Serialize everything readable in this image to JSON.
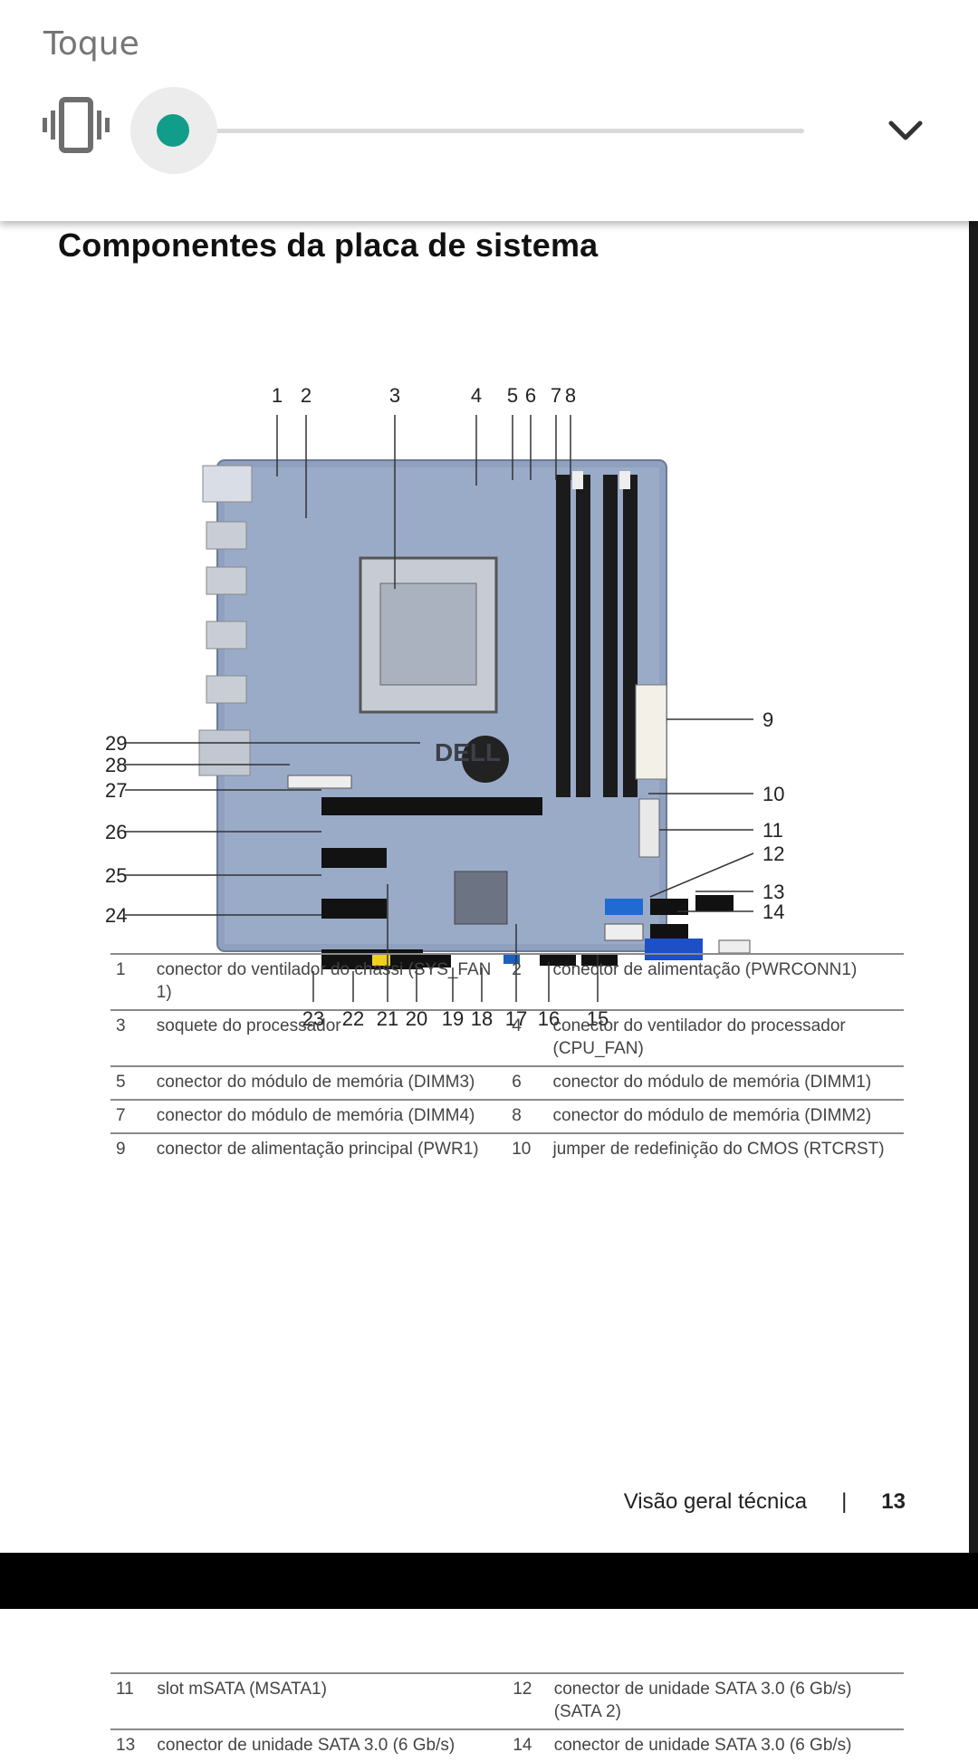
{
  "volume_panel": {
    "title": "Toque",
    "level": 0.0,
    "icons": {
      "mode": "vibrate-icon",
      "expand": "chevron-down-icon"
    },
    "accent_color": "#129c8a"
  },
  "document": {
    "heading": "Componentes da placa de sistema",
    "diagram_brand": "DELL",
    "callouts": {
      "top": [
        "1",
        "2",
        "3",
        "4",
        "5",
        "6",
        "7",
        "8"
      ],
      "right": [
        "9",
        "10",
        "11",
        "12",
        "13",
        "14"
      ],
      "bottom": [
        "23",
        "22",
        "21",
        "20",
        "19",
        "18",
        "17",
        "16",
        "15"
      ],
      "left": [
        "29",
        "28",
        "27",
        "26",
        "25",
        "24"
      ]
    },
    "table_rows": [
      {
        "n1": "1",
        "d1": "conector do ventilador do chassi (SYS_FAN 1)",
        "n2": "2",
        "d2": "conector de alimentação (PWRCONN1)"
      },
      {
        "n1": "3",
        "d1": "soquete do processador",
        "n2": "4",
        "d2": "conector do ventilador do processador (CPU_FAN)"
      },
      {
        "n1": "5",
        "d1": "conector do módulo de memória (DIMM3)",
        "n2": "6",
        "d2": "conector do módulo de memória (DIMM1)"
      },
      {
        "n1": "7",
        "d1": "conector do módulo de memória (DIMM4)",
        "n2": "8",
        "d2": "conector do módulo de memória (DIMM2)"
      },
      {
        "n1": "9",
        "d1": "conector de alimentação principal (PWR1)",
        "n2": "10",
        "d2": "jumper de redefinição do CMOS (RTCRST)"
      }
    ],
    "footer": {
      "section": "Visão geral técnica",
      "separator": "|",
      "page": "13"
    }
  },
  "next_page": {
    "table_rows": [
      {
        "n1": "11",
        "d1": "slot mSATA (MSATA1)",
        "n2": "12",
        "d2": "conector de unidade SATA 3.0 (6 Gb/s) (SATA 2)"
      },
      {
        "n1": "13",
        "d1": "conector de unidade SATA 3.0 (6 Gb/s)",
        "n2": "14",
        "d2": "conector de unidade SATA 3.0 (6 Gb/s)"
      }
    ]
  }
}
